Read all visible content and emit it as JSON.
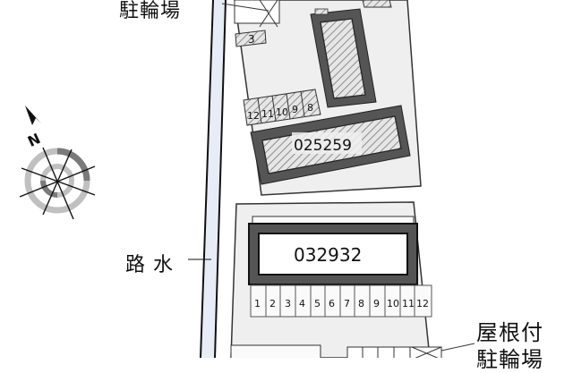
{
  "labels": {
    "bicycle_parking_top": "駐輪場",
    "waterway": "路 水",
    "covered_bicycle_parking_line1": "屋根付",
    "covered_bicycle_parking_line2": "駐輪場"
  },
  "buildings": [
    {
      "id": "025259",
      "label": "025259"
    },
    {
      "id": "032932",
      "label": "032932"
    },
    {
      "id": "north-building",
      "label": ""
    }
  ],
  "parking_upper": {
    "spaces": [
      "12",
      "11",
      "10",
      "9",
      "8"
    ],
    "single_space": "3"
  },
  "parking_lower": {
    "spaces": [
      "1",
      "2",
      "3",
      "4",
      "5",
      "6",
      "7",
      "8",
      "9",
      "10",
      "11",
      "12"
    ]
  },
  "compass": {
    "north_label": "N"
  },
  "colors": {
    "ground": "#eeeeee",
    "building_border": "#555555",
    "outline": "#111111",
    "waterway": "#e8ecf6",
    "compass_light": "#bdbdbd",
    "compass_dark": "#7a7a7a"
  }
}
